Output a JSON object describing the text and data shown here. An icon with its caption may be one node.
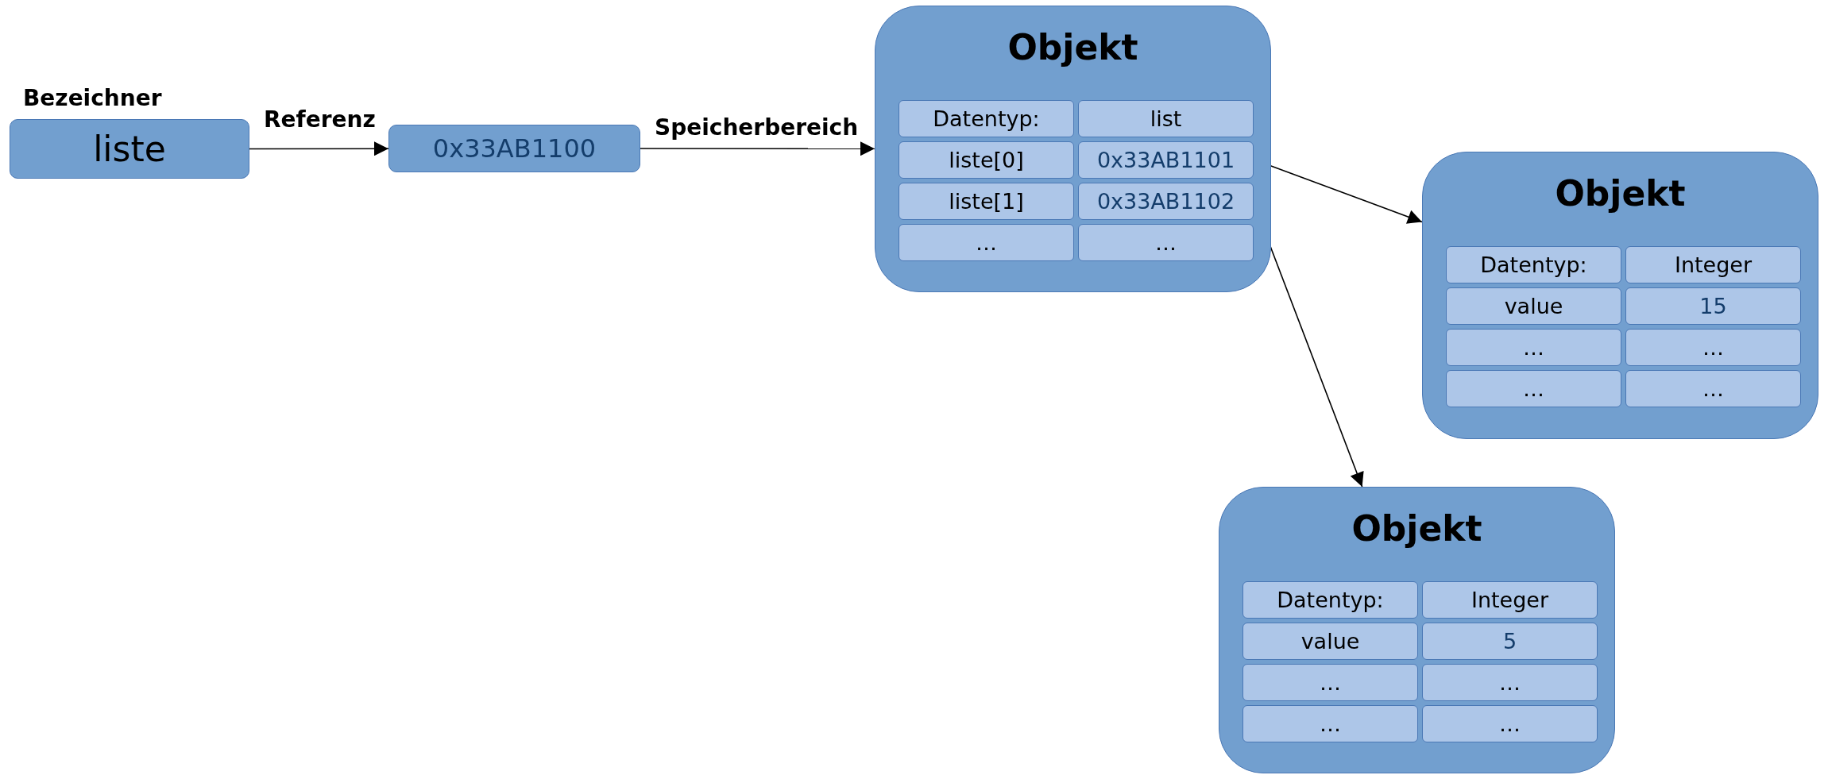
{
  "diagram": {
    "nodes": [
      {
        "text": [
          "Bezeichner",
          "liste"
        ]
      },
      {
        "text": [
          "0x33AB1100"
        ]
      },
      {
        "text": [
          "Objekt"
        ]
      },
      {
        "text": [
          "Datentyp:"
        ],
        "in": 2
      },
      {
        "text": [
          "list"
        ],
        "in": 2
      },
      {
        "text": [
          "liste[0]"
        ],
        "in": 2
      },
      {
        "text": [
          "0x33AB1101"
        ],
        "in": 2
      },
      {
        "text": [
          "liste[1]"
        ],
        "in": 2
      },
      {
        "text": [
          "0x33AB1102"
        ],
        "in": 2
      },
      {
        "text": [
          "…"
        ],
        "in": 2
      },
      {
        "text": [
          "…"
        ],
        "in": 2
      },
      {
        "text": [
          "Objekt"
        ]
      },
      {
        "text": [
          "Datentyp:"
        ],
        "in": 11
      },
      {
        "text": [
          "Integer"
        ],
        "in": 11
      },
      {
        "text": [
          "value"
        ],
        "in": 11
      },
      {
        "text": [
          "15"
        ],
        "in": 11
      },
      {
        "text": [
          "…"
        ],
        "in": 11
      },
      {
        "text": [
          "…"
        ],
        "in": 11
      },
      {
        "text": [
          "…"
        ],
        "in": 11
      },
      {
        "text": [
          "…"
        ],
        "in": 11
      },
      {
        "text": [
          "Objekt"
        ]
      },
      {
        "text": [
          "Datentyp:"
        ],
        "in": 20
      },
      {
        "text": [
          "Integer"
        ],
        "in": 20
      },
      {
        "text": [
          "value"
        ],
        "in": 20
      },
      {
        "text": [
          "5"
        ],
        "in": 20
      },
      {
        "text": [
          "…"
        ],
        "in": 20
      },
      {
        "text": [
          "…"
        ],
        "in": 20
      },
      {
        "text": [
          "…"
        ],
        "in": 20
      },
      {
        "text": [
          "…"
        ],
        "in": 20
      }
    ],
    "edges": [
      {
        "from": 0,
        "to": 1,
        "arrow": "to",
        "label": "Referenz"
      },
      {
        "from": 1,
        "to": 2,
        "arrow": "to",
        "label": "Speicherbereich"
      },
      {
        "from": 6,
        "to": 11,
        "arrow": "to"
      },
      {
        "from": 8,
        "to": 20,
        "arrow": "to"
      }
    ]
  }
}
